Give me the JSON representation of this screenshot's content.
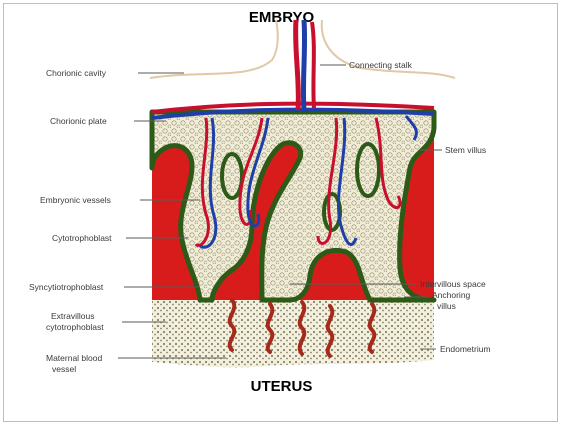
{
  "title_top": "EMBRYO",
  "title_bottom": "UTERUS",
  "labels": {
    "chorionic_cavity": "Chorionic cavity",
    "chorionic_plate": "Chorionic plate",
    "embryonic_vessels": "Embryonic vessels",
    "cytotrophoblast": "Cytotrophoblast",
    "syncytiotrophoblast": "Syncytiotrophoblast",
    "extravillous_line1": "Extravillous",
    "extravillous_line2": "cytotrophoblast",
    "maternal_line1": "Maternal blood",
    "maternal_line2": "vessel",
    "connecting_stalk": "Connecting stalk",
    "stem_villus": "Stem villus",
    "intervillous_space": "Intervillous space",
    "anchoring_line1": "Anchoring",
    "anchoring_line2": "villus",
    "endometrium": "Endometrium"
  },
  "colors": {
    "maternal_blood": "#d81c1c",
    "villus_fill": "#f1ecd6",
    "syncytio": "#2d5a16",
    "vessel_red": "#c8102e",
    "vessel_blue": "#1f3fa8",
    "spiral_artery": "#a52a1c"
  }
}
